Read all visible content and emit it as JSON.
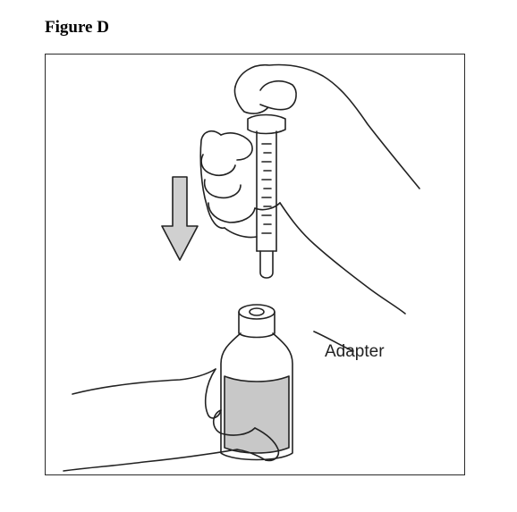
{
  "figure": {
    "title": "Figure D"
  },
  "diagram": {
    "labels": {
      "adapter": "Adapter"
    },
    "colors": {
      "line": "#222222",
      "arrow_fill": "#d0d0d0",
      "liquid_fill": "#c8c8c8",
      "outline": "#2a2a2a"
    },
    "icons": [
      "down-arrow-icon",
      "oral-syringe",
      "bottle-with-adapter",
      "hands"
    ]
  }
}
